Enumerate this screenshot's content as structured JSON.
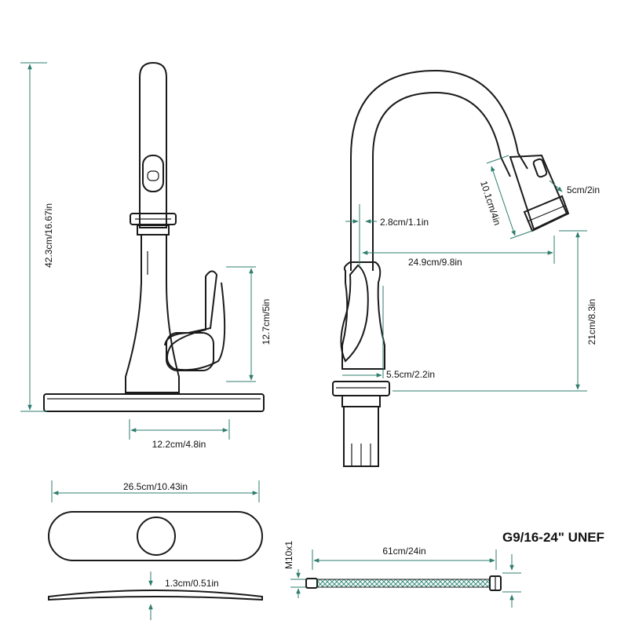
{
  "dimensions": {
    "total_height": "42.3cm/16.67in",
    "handle_height": "12.7cm/5in",
    "base_width": "12.2cm/4.8in",
    "plate_length": "26.5cm/10.43in",
    "plate_thickness": "1.3cm/0.51in",
    "hose_length": "61cm/24in",
    "hose_thread": "M10x1",
    "thread_spec": "G9/16-24\" UNEF",
    "spout_diameter": "2.8cm/1.1in",
    "spout_reach": "24.9cm/9.8in",
    "spray_head_length": "10.1cm/4in",
    "spray_head_width": "5cm/2in",
    "spout_height": "21cm/8.3in",
    "base_diameter": "5.5cm/2.2in"
  },
  "colors": {
    "line": "#1a1a1a",
    "dimension": "#2e7d6e",
    "hose": "#3a8f7e"
  }
}
